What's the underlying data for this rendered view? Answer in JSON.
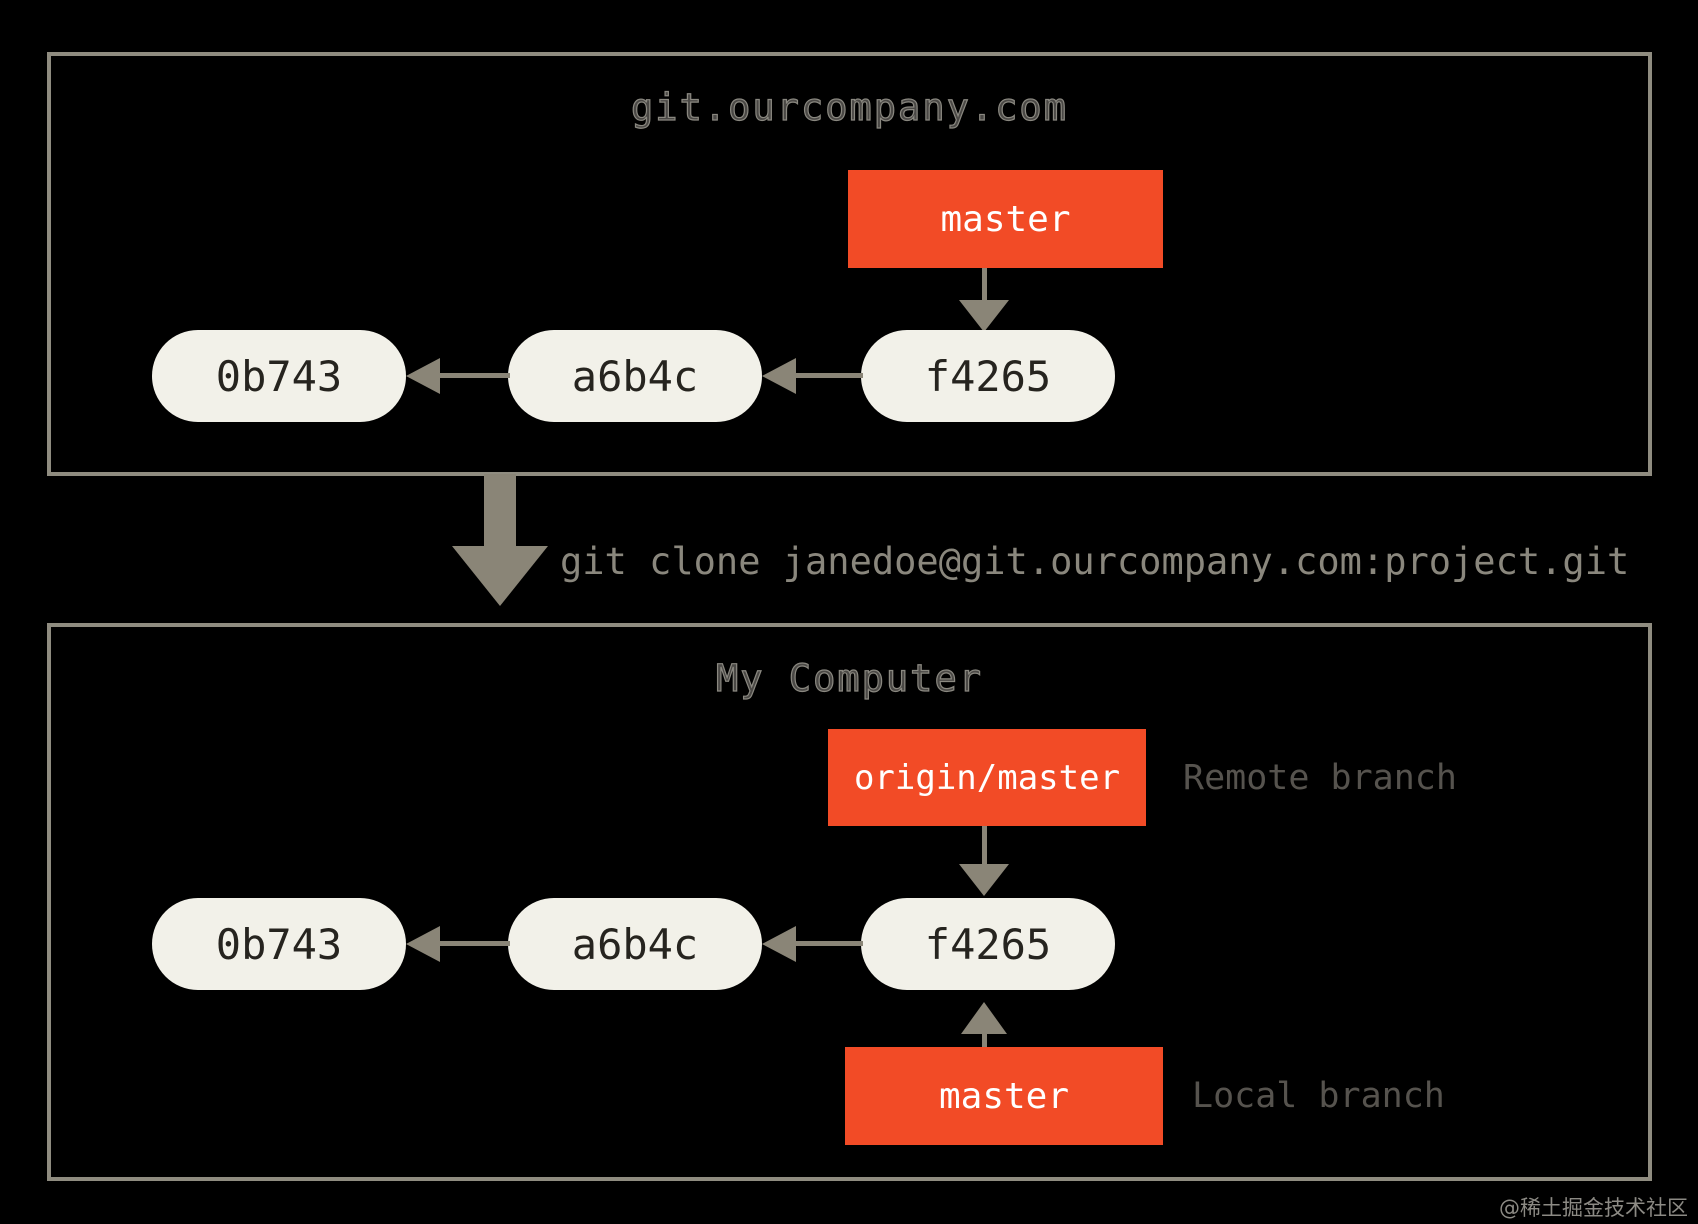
{
  "remote_section": {
    "title": "git.ourcompany.com",
    "branch_badge": "master",
    "commits": [
      "0b743",
      "a6b4c",
      "f4265"
    ]
  },
  "clone_arrow": {
    "command": "git clone janedoe@git.ourcompany.com:project.git"
  },
  "local_section": {
    "title": "My Computer",
    "remote_branch_badge": "origin/master",
    "remote_branch_note": "Remote branch",
    "local_branch_badge": "master",
    "local_branch_note": "Local branch",
    "commits": [
      "0b743",
      "a6b4c",
      "f4265"
    ]
  },
  "watermark": "@稀土掘金技术社区",
  "colors": {
    "background": "#000000",
    "box_border": "#8f8c80",
    "commit_fill": "#f2f1e9",
    "commit_text": "#26241f",
    "branch_badge_fill": "#f24b26",
    "branch_badge_text": "#ffffff",
    "arrow": "#8a8577",
    "clone_text": "#8a877d",
    "note_text": "#56534e"
  }
}
